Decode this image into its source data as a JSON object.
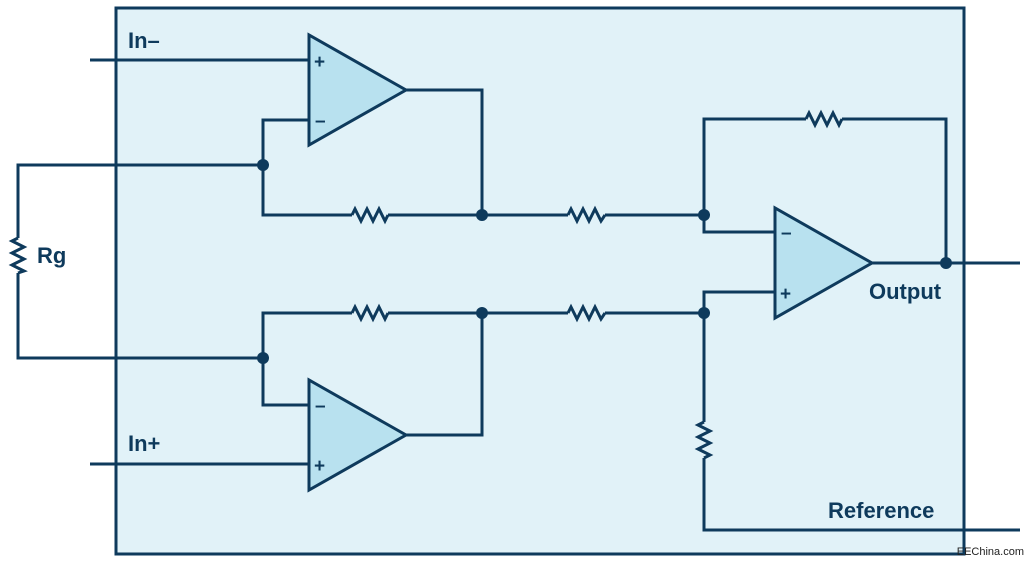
{
  "labels": {
    "in_minus": "In–",
    "in_plus": "In+",
    "rg": "Rg",
    "output": "Output",
    "reference": "Reference"
  },
  "signs": {
    "plus": "+",
    "minus": "–"
  },
  "watermark": "EEChina.com",
  "colors": {
    "line": "#0e3a5c",
    "box_fill": "#e1f2f8",
    "box_stroke": "#0e3a5c",
    "opamp_fill": "#b8e1ef",
    "text": "#0e3a5c",
    "watermark": "#222222"
  }
}
